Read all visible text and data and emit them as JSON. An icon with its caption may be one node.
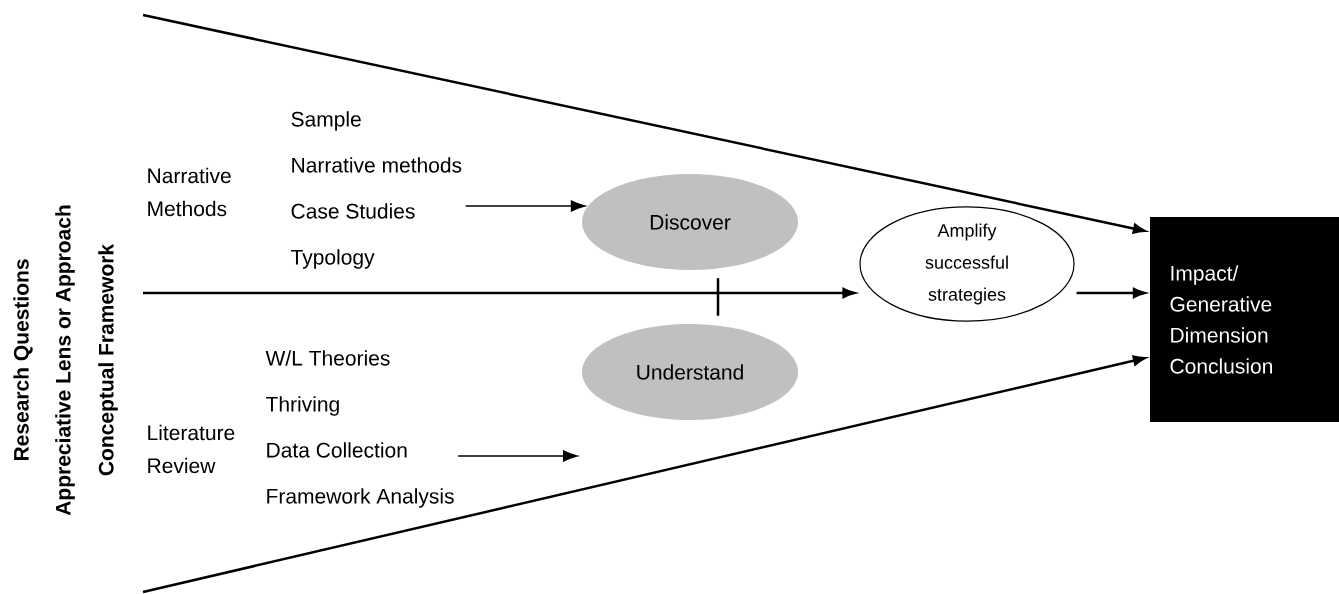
{
  "diagram": {
    "nodes": [
      {
        "text": [
          "Narrative Methods"
        ]
      },
      {
        "text": [
          "Sample",
          "Narrative methods",
          "Case Studies",
          "Typology"
        ]
      },
      {
        "text": [
          "Discover"
        ]
      },
      {
        "text": [
          "Understand"
        ]
      },
      {
        "text": [
          "Literature Review"
        ]
      },
      {
        "text": [
          "W/L Theories",
          "Thriving",
          "Data Collection",
          "Framework Analysis"
        ]
      },
      {
        "text": [
          "Amplify successful strategies"
        ]
      },
      {
        "text": [
          "Impact/ Generative Dimension Conclusion"
        ]
      }
    ],
    "edges": [
      {
        "from": 1,
        "to": 2,
        "arrow": "to"
      },
      {
        "from": 5,
        "to": null,
        "arrow": "to"
      },
      {
        "from": null,
        "to": 7,
        "arrow": "to"
      },
      {
        "from": null,
        "to": 7,
        "arrow": "to"
      },
      {
        "from": null,
        "to": 6,
        "arrow": "to"
      },
      {
        "from": 6,
        "to": 7,
        "arrow": "to"
      },
      {
        "from": 2,
        "to": 3,
        "arrow": "none"
      }
    ],
    "labels": [
      "Research Questions",
      "Appreciative Lens or Approach",
      "Conceptual Framework"
    ]
  }
}
